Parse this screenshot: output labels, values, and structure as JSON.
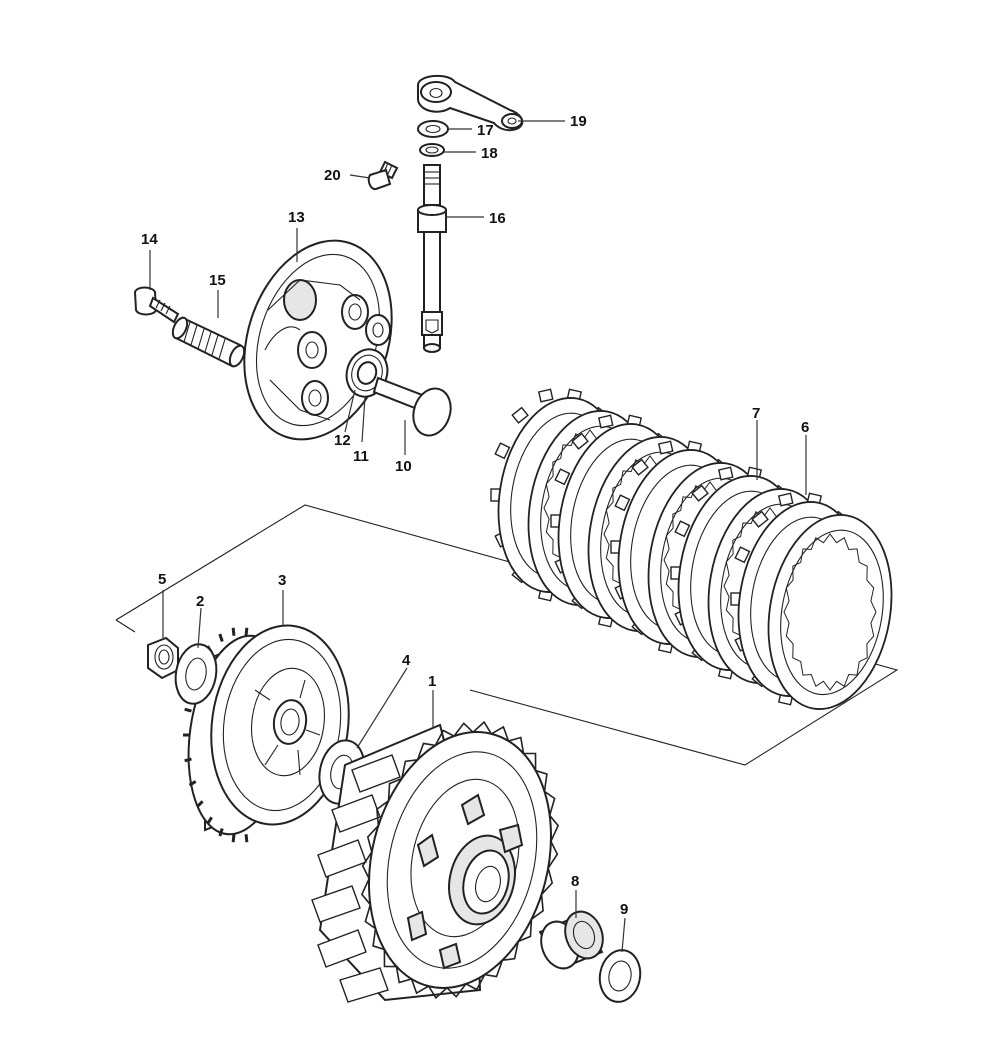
{
  "diagram": {
    "colors": {
      "line": "#222222",
      "fill": "#ffffff",
      "shade": "#e6e6e6"
    },
    "labels": {
      "p1": "1",
      "p2": "2",
      "p3": "3",
      "p4": "4",
      "p5": "5",
      "p6": "6",
      "p7": "7",
      "p8": "8",
      "p9": "9",
      "p10": "10",
      "p11": "11",
      "p12": "12",
      "p13": "13",
      "p14": "14",
      "p15": "15",
      "p16": "16",
      "p17": "17",
      "p18": "18",
      "p19": "19",
      "p20": "20"
    }
  }
}
